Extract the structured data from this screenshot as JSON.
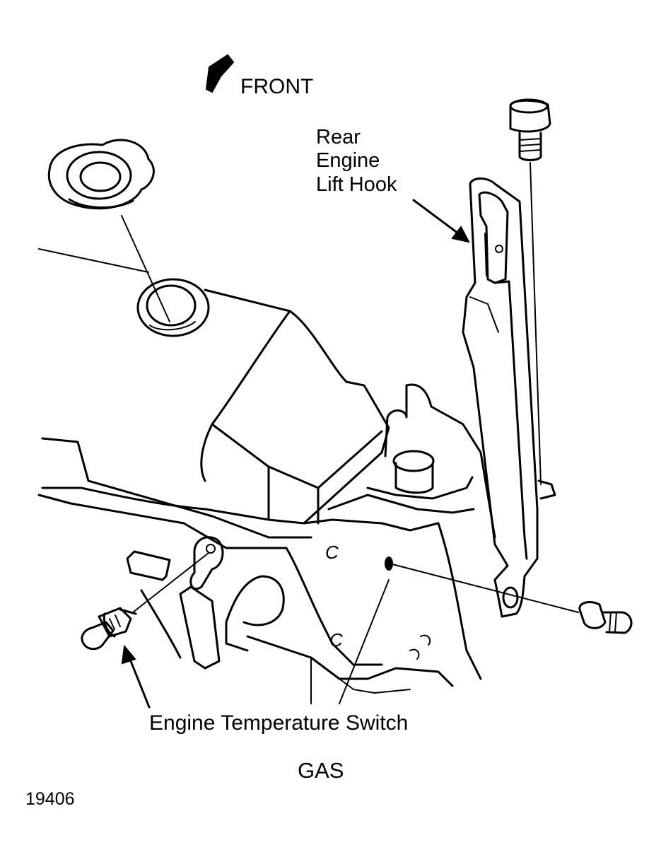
{
  "labels": {
    "front": "FRONT",
    "lift_hook_line1": "Rear",
    "lift_hook_line2": "Engine",
    "lift_hook_line3": "Lift Hook",
    "temp_switch": "Engine Temperature Switch",
    "engine_type": "GAS",
    "figure_number": "19406",
    "casting_mark_upper": "C",
    "casting_mark_lower": "C"
  },
  "colors": {
    "ink": "#000000",
    "paper": "#ffffff"
  },
  "icons": {
    "front_arrow": "front-direction-arrow-icon"
  }
}
